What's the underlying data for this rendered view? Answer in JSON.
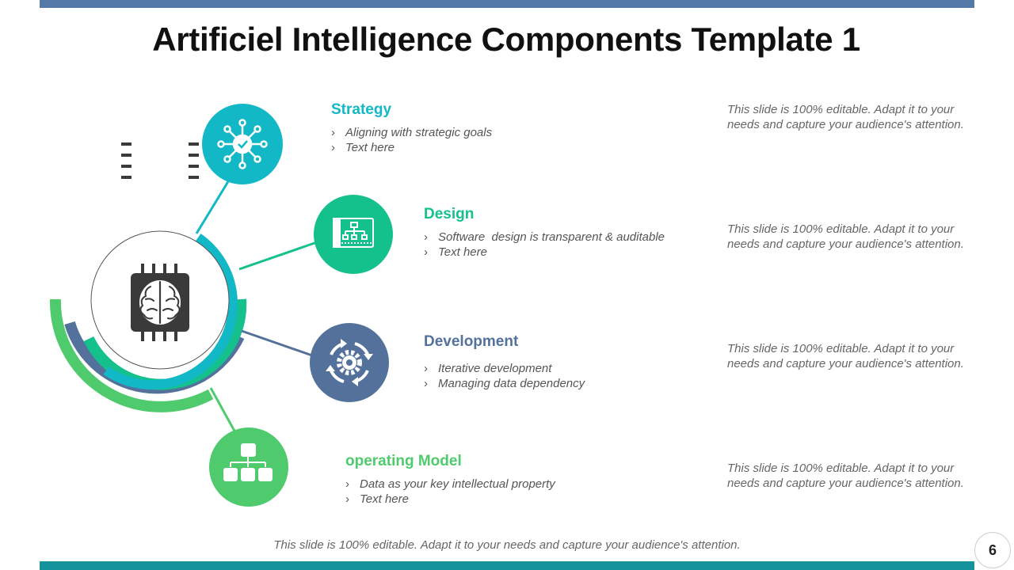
{
  "slide": {
    "title": "Artificiel Intelligence Components Template 1",
    "footer": "This slide is 100% editable. Adapt it to your needs and capture your audience's attention.",
    "page_number": "6"
  },
  "colors": {
    "strategy": "#13b8c7",
    "design": "#14c08c",
    "development": "#54719c",
    "operating_model": "#4fcb6e",
    "top_bar": "#5479a8",
    "bottom_bar": "#14939a",
    "chip": "#3a3a3a"
  },
  "icons": {
    "center": "brain-chip-icon",
    "strategy": "network-check-icon",
    "design": "blueprint-icon",
    "development": "gear-cycle-icon",
    "operating_model": "org-chart-icon"
  },
  "sections": [
    {
      "key": "strategy",
      "title": "Strategy",
      "bullets": [
        "Aligning with strategic goals",
        "Text here"
      ],
      "description": "This slide is 100% editable. Adapt it to your needs and capture your audience's attention."
    },
    {
      "key": "design",
      "title": "Design",
      "bullets": [
        "Software  design is transparent & auditable",
        "Text here"
      ],
      "description": "This slide is 100% editable. Adapt it to your needs and capture your audience's attention."
    },
    {
      "key": "development",
      "title": "Development",
      "bullets": [
        "Iterative development",
        "Managing data dependency"
      ],
      "description": "This slide is 100% editable. Adapt it to your needs and capture your audience's attention."
    },
    {
      "key": "operating_model",
      "title": "operating Model",
      "bullets": [
        "Data as your key intellectual property",
        "Text here"
      ],
      "description": "This slide is 100% editable. Adapt it to your needs and capture your audience's attention."
    }
  ]
}
